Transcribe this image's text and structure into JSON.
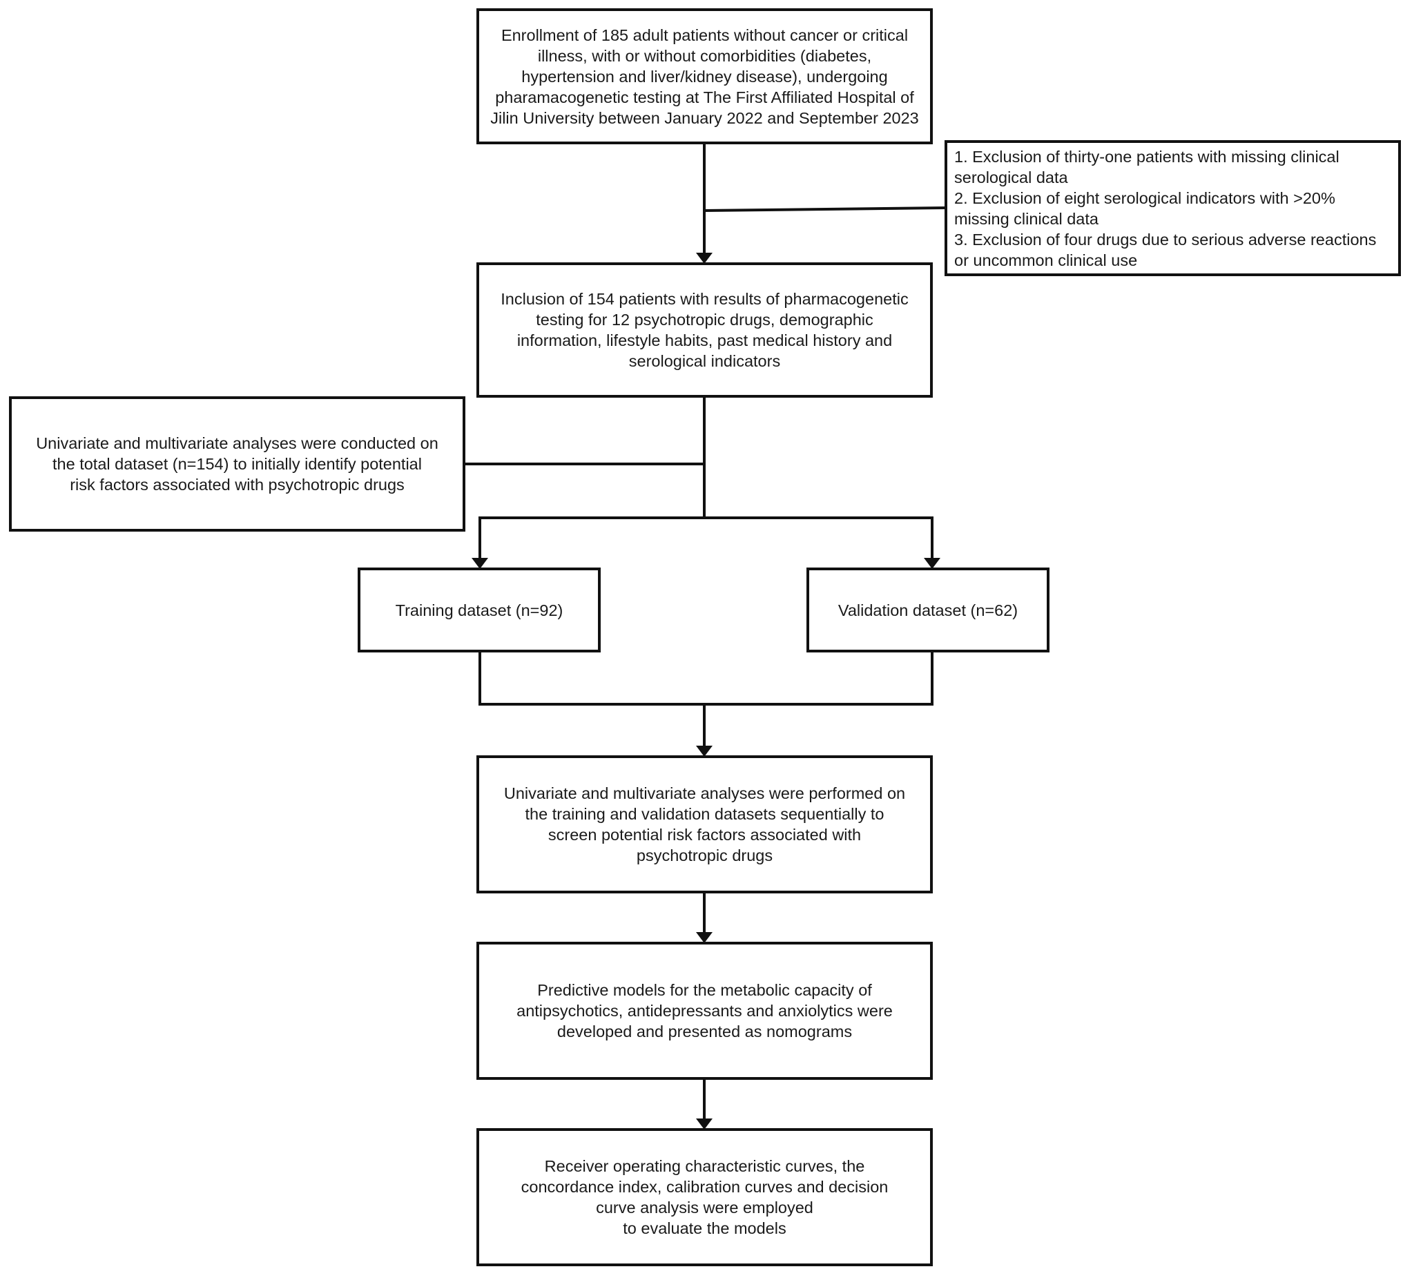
{
  "nodes": {
    "enrollment": {
      "lines": [
        "Enrollment of 185 adult patients without cancer or critical",
        "illness, with or without comorbidities (diabetes,",
        "hypertension and liver/kidney disease), undergoing",
        "pharamacogenetic testing at The First Affiliated Hospital of",
        "Jilin University between January 2022 and September 2023"
      ]
    },
    "exclusion": {
      "lines": [
        "1. Exclusion of thirty-one patients with missing clinical",
        "serological data",
        "2. Exclusion of eight serological indicators with >20%",
        "missing clinical data",
        "3. Exclusion of four drugs due to serious adverse reactions",
        "or uncommon clinical use"
      ]
    },
    "inclusion": {
      "lines": [
        "Inclusion of 154 patients with results of pharmacogenetic",
        "testing for 12 psychotropic drugs, demographic",
        "information, lifestyle habits, past medical history and",
        "serological indicators"
      ]
    },
    "initial_analysis": {
      "lines": [
        "Univariate and multivariate analyses were conducted on",
        "the total dataset (n=154) to initially identify potential",
        "risk factors associated with psychotropic drugs"
      ]
    },
    "training": {
      "lines": [
        "Training dataset (n=92)"
      ]
    },
    "validation": {
      "lines": [
        "Validation dataset (n=62)"
      ]
    },
    "sequential_analysis": {
      "lines": [
        "Univariate and multivariate analyses were performed on",
        "the training and validation datasets sequentially to",
        "screen potential risk factors associated with",
        "psychotropic drugs"
      ]
    },
    "models": {
      "lines": [
        "Predictive models for the metabolic capacity of",
        "antipsychotics, antidepressants and anxiolytics were",
        "developed and presented as nomograms"
      ]
    },
    "evaluation": {
      "lines": [
        "Receiver operating characteristic curves, the",
        "concordance index, calibration curves and decision",
        "curve analysis were employed",
        "to evaluate the models"
      ]
    }
  }
}
